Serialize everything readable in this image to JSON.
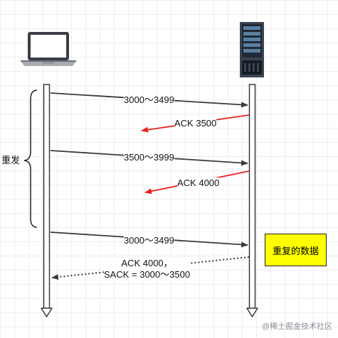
{
  "brace_label": "重发",
  "messages": [
    {
      "id": "seg1",
      "label": "3000～3499"
    },
    {
      "id": "ack1",
      "label": "ACK 3500"
    },
    {
      "id": "seg2",
      "label": "3500～3999"
    },
    {
      "id": "ack2",
      "label": "ACK 4000"
    },
    {
      "id": "seg3",
      "label": "3000～3499"
    },
    {
      "id": "ack3",
      "label": "ACK 4000，\nSACK = 3000～3500"
    }
  ],
  "note": "重复的数据",
  "watermark": "@稀土掘金技术社区",
  "colors": {
    "ack": "#e8201c",
    "line": "#3a3a3a",
    "note_bg": "#ffff00"
  },
  "icons": {
    "client": "laptop-icon",
    "server": "server-icon"
  }
}
